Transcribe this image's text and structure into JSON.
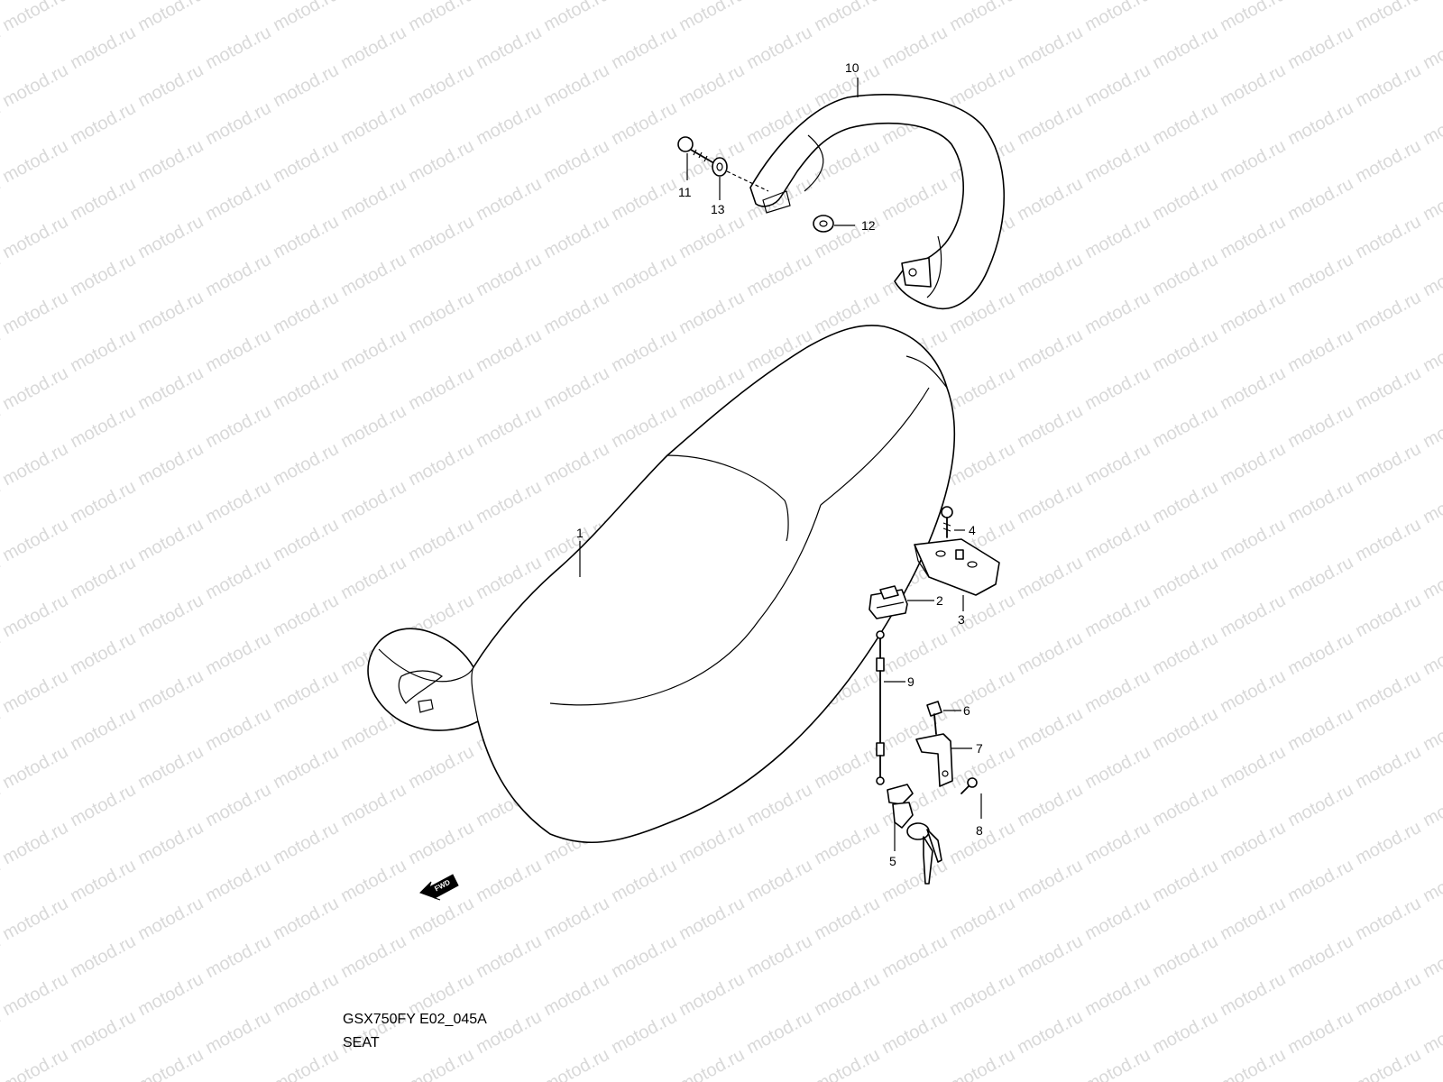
{
  "watermark": "motod.ru",
  "callouts": {
    "p1": "1",
    "p2": "2",
    "p3": "3",
    "p4": "4",
    "p5": "5",
    "p6": "6",
    "p7": "7",
    "p8": "8",
    "p9": "9",
    "p10": "10",
    "p11": "11",
    "p12": "12",
    "p13": "13"
  },
  "fwd_label": "FWD",
  "caption": {
    "code": "GSX750FY E02_045A",
    "title": "SEAT"
  }
}
